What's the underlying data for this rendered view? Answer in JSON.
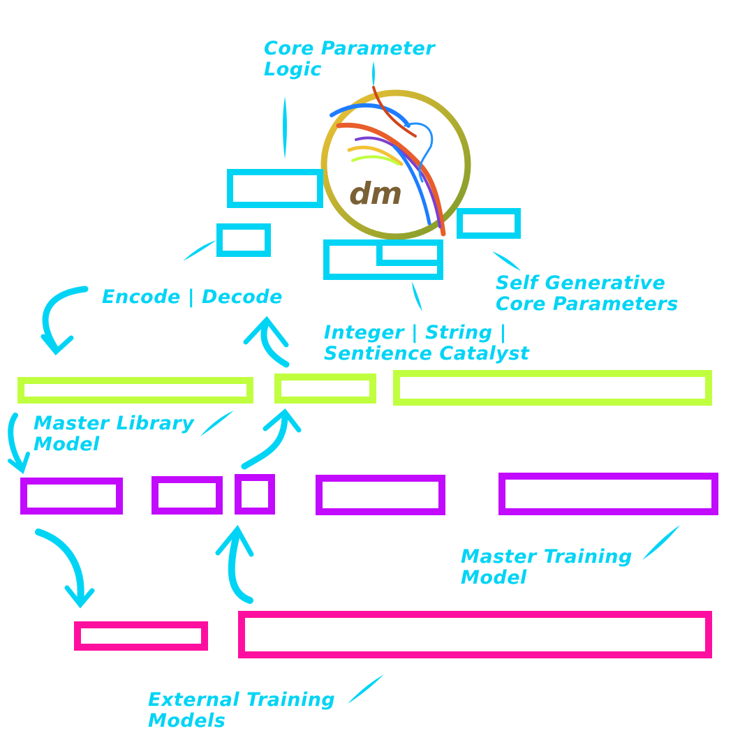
{
  "logo": {
    "text": "dm",
    "ring_color_start": "#f2c236",
    "ring_color_end": "#7a9a2a",
    "text_color": "#7a6035"
  },
  "labels": {
    "core_parameter_logic": [
      "Core Parameter",
      "Logic"
    ],
    "encode_decode": "Encode | Decode",
    "self_generative": [
      "Self Generative",
      "Core Parameters"
    ],
    "integer_string": [
      "Integer | String |",
      "Sentience Catalyst"
    ],
    "master_library": [
      "Master Library",
      "Model"
    ],
    "master_training": [
      "Master Training",
      "Model"
    ],
    "external_training": [
      "External Training",
      "Models"
    ]
  },
  "colors": {
    "label": "#00d4f5",
    "tier_core": "#00d4f5",
    "tier_library": "#bfff3f",
    "tier_master": "#c20aff",
    "tier_external": "#ff0f9f"
  }
}
